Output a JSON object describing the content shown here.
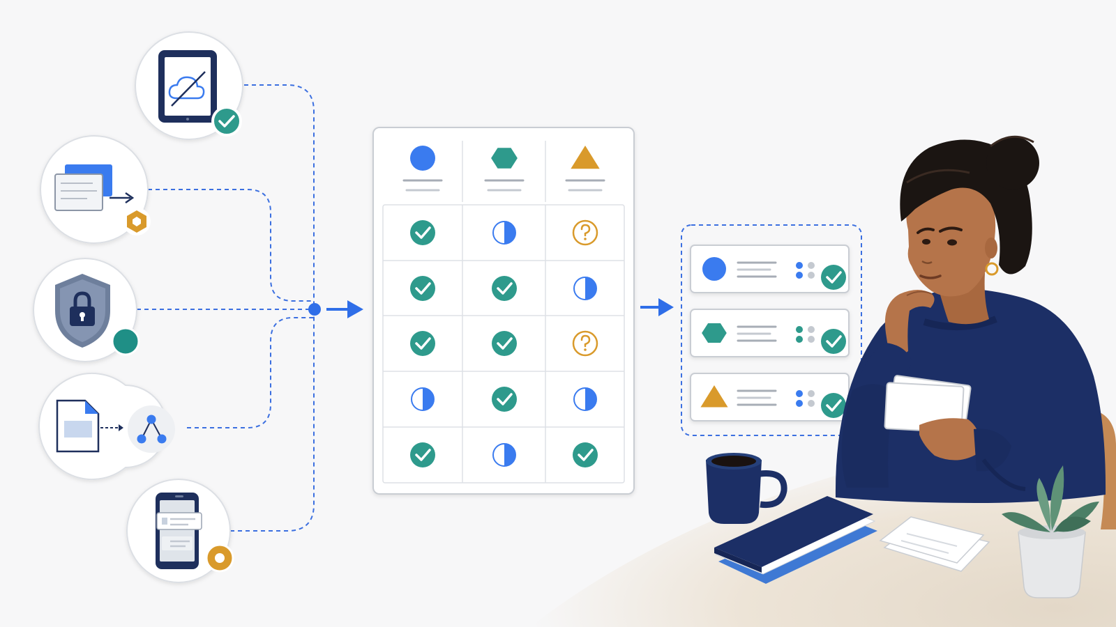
{
  "colors": {
    "blue": "#3a7bef",
    "teal": "#2e9a8c",
    "gold": "#d99a2b",
    "navy": "#1e2f5c",
    "dashed_line": "#3b6fe0",
    "card_border": "#c9cdd3"
  },
  "sources": [
    {
      "name": "tablet-cloud-source-node",
      "icon": "tablet-cloud-off-icon",
      "badge": "check-badge-icon",
      "badge_color": "#2e9a8c"
    },
    {
      "name": "window-transfer-source-node",
      "icon": "window-arrow-icon",
      "badge": "hexagon-badge-icon",
      "badge_color": "#d99a2b"
    },
    {
      "name": "security-shield-source-node",
      "icon": "shield-lock-icon",
      "badge": "dot-badge-icon",
      "badge_color": "#2e9a8c"
    },
    {
      "name": "document-network-source-node",
      "icon": "document-network-icon",
      "badge": "none",
      "badge_color": ""
    },
    {
      "name": "phone-list-source-node",
      "icon": "phone-list-icon",
      "badge": "ring-badge-icon",
      "badge_color": "#d99a2b"
    }
  ],
  "matrix": {
    "columns": [
      {
        "shape": "circle",
        "icon": "blue-circle-icon",
        "color": "#3a7bef"
      },
      {
        "shape": "hexagon",
        "icon": "teal-hexagon-icon",
        "color": "#2e9a8c"
      },
      {
        "shape": "triangle",
        "icon": "gold-triangle-icon",
        "color": "#d99a2b"
      }
    ],
    "rows": [
      [
        "check",
        "half",
        "question"
      ],
      [
        "check",
        "check",
        "half"
      ],
      [
        "check",
        "check",
        "question"
      ],
      [
        "half",
        "check",
        "half"
      ],
      [
        "check",
        "half",
        "check"
      ]
    ]
  },
  "results": [
    {
      "shape": "circle",
      "icon": "blue-circle-icon",
      "color": "#3a7bef"
    },
    {
      "shape": "hexagon",
      "icon": "teal-hexagon-icon",
      "color": "#2e9a8c"
    },
    {
      "shape": "triangle",
      "icon": "gold-triangle-icon",
      "color": "#d99a2b"
    }
  ]
}
